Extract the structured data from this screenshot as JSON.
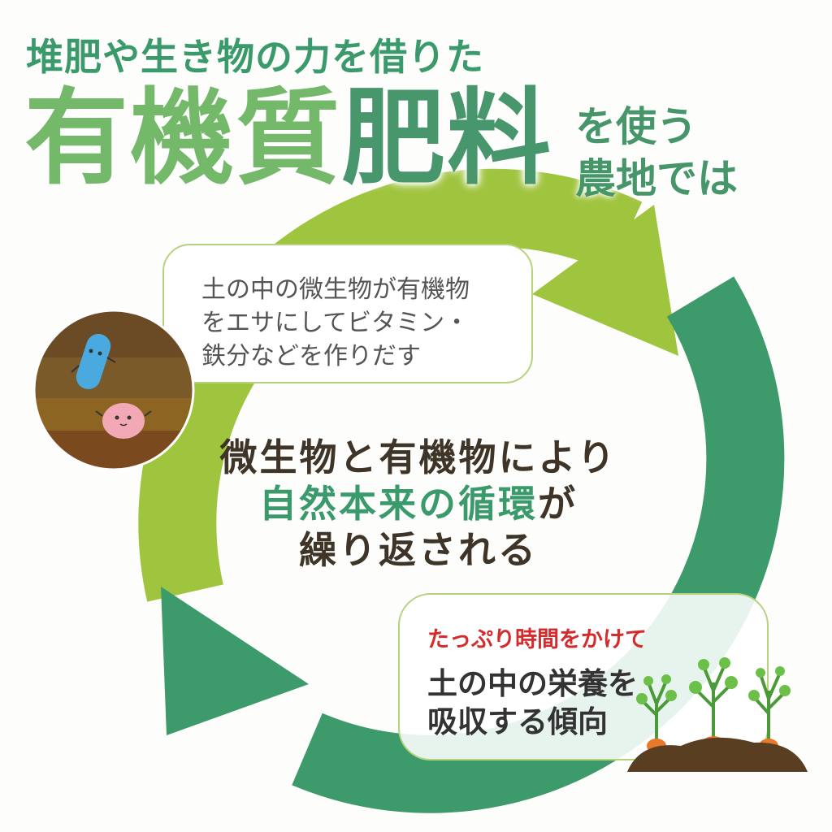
{
  "title": {
    "line1": "堆肥や生き物の力を借りた",
    "main_part1": "有機質",
    "main_part2": "肥料",
    "side_line1": "を使う",
    "side_line2": "農地では"
  },
  "bubble1": {
    "line1": "土の中の微生物が有機物",
    "line2": "をエサにしてビタミン・",
    "line3": "鉄分などを作りだす"
  },
  "center": {
    "line1": "微生物と有機物により",
    "line2_highlight": "自然本来の循環",
    "line2_rest": "が",
    "line3": "繰り返される"
  },
  "bubble2": {
    "red_text": "たっぷり時間をかけて",
    "line1": "土の中の栄養を",
    "line2": "吸収する傾向"
  },
  "colors": {
    "light_green": "#9fc43d",
    "dark_green": "#3d9a6a",
    "title_green": "#3b9a6b",
    "red": "#d42c2c",
    "brown_text": "#3f3428"
  }
}
